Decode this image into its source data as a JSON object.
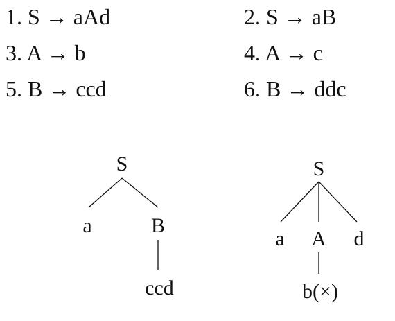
{
  "rules": [
    "1. S → aAd",
    "2. S → aB",
    "3. A → b",
    "4. A → c",
    "5. B → ccd",
    "6. B → ddc"
  ],
  "tree1": {
    "root": "S",
    "left": "a",
    "right": "B",
    "leaf": "ccd"
  },
  "tree2": {
    "root": "S",
    "left": "a",
    "mid": "A",
    "right": "d",
    "leaf": "b(×)"
  }
}
